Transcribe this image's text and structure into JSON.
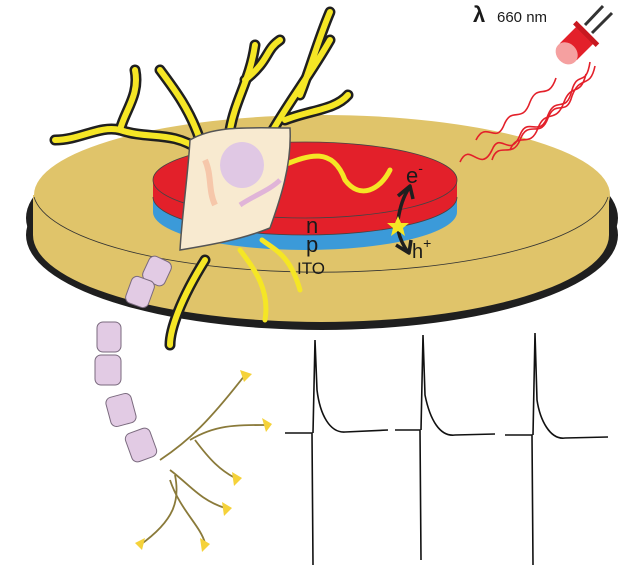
{
  "light_source": {
    "symbol": "λ",
    "wavelength": "660 nm",
    "icon": "led-icon",
    "color": "#e3202a"
  },
  "device": {
    "layers": [
      "n",
      "p",
      "ITO"
    ],
    "colors": {
      "substrate": "#e0c46a",
      "n_layer": "#e3202a",
      "p_layer": "#3b9ad9",
      "outline": "#1f1f1f"
    }
  },
  "carriers": {
    "electron": "e",
    "electron_sup": "-",
    "hole": "h",
    "hole_sup": "+",
    "junction_icon": "star-icon"
  },
  "neuron": {
    "soma_color": "#f8ead0",
    "dendrite_color": "#f5e625",
    "axon_myelin_color": "#e2cbe4",
    "nucleus_color": "#e0c8e4"
  },
  "trace": {
    "spikes": 3,
    "description": "extracellular voltage trace with three light-evoked spikes"
  }
}
